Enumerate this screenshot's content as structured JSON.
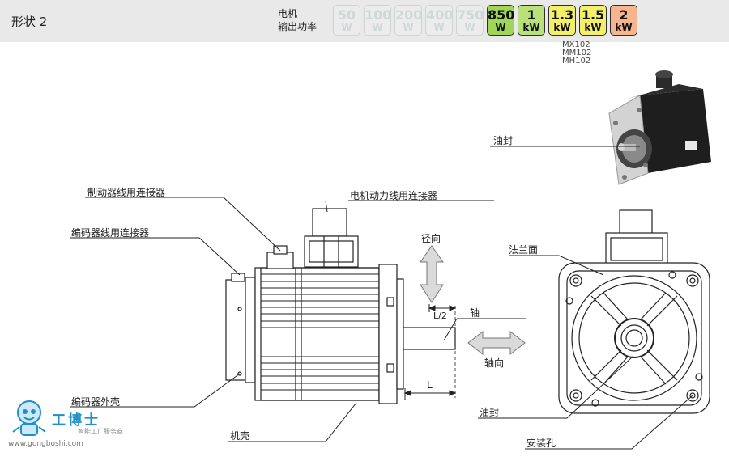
{
  "header": {
    "shape_title": "形状 2",
    "power_label_line1": "电机",
    "power_label_line2": "输出功率",
    "power_boxes": [
      {
        "num": "50",
        "unit": "W",
        "state": "dim"
      },
      {
        "num": "100",
        "unit": "W",
        "state": "dim"
      },
      {
        "num": "200",
        "unit": "W",
        "state": "dim"
      },
      {
        "num": "400",
        "unit": "W",
        "state": "dim"
      },
      {
        "num": "750",
        "unit": "W",
        "state": "dim"
      },
      {
        "num": "850",
        "unit": "W",
        "state": "active",
        "color": "#9fd65a"
      },
      {
        "num": "1",
        "unit": "kW",
        "state": "active",
        "color": "#b9e07a"
      },
      {
        "num": "1.3",
        "unit": "kW",
        "state": "active",
        "color": "#f3ef6a"
      },
      {
        "num": "1.5",
        "unit": "kW",
        "state": "active",
        "color": "#f3ef6a"
      },
      {
        "num": "2",
        "unit": "kW",
        "state": "active",
        "color": "#f6b58f"
      }
    ],
    "models": [
      "MX102",
      "MM102",
      "MH102"
    ]
  },
  "labels": {
    "oil_seal_top": "油封",
    "brake_connector": "制动器线用连接器",
    "power_connector": "电机动力线用连接器",
    "encoder_connector": "编码器线用连接器",
    "radial": "径向",
    "half_l": "L/2",
    "shaft": "轴",
    "axial": "轴向",
    "l": "L",
    "flange": "法兰面",
    "encoder_cover": "编码器外壳",
    "housing": "机壳",
    "oil_seal_bottom": "油封",
    "mounting_hole": "安装孔"
  },
  "watermark": {
    "brand": "工博士",
    "sub": "智能工厂服务商",
    "url": "www.gongboshi.com"
  },
  "colors": {
    "header_bg": "#e9e9e9",
    "line": "#222222",
    "arrow_fill": "#d9d9d9",
    "motor_photo": "#1c1c1c"
  }
}
